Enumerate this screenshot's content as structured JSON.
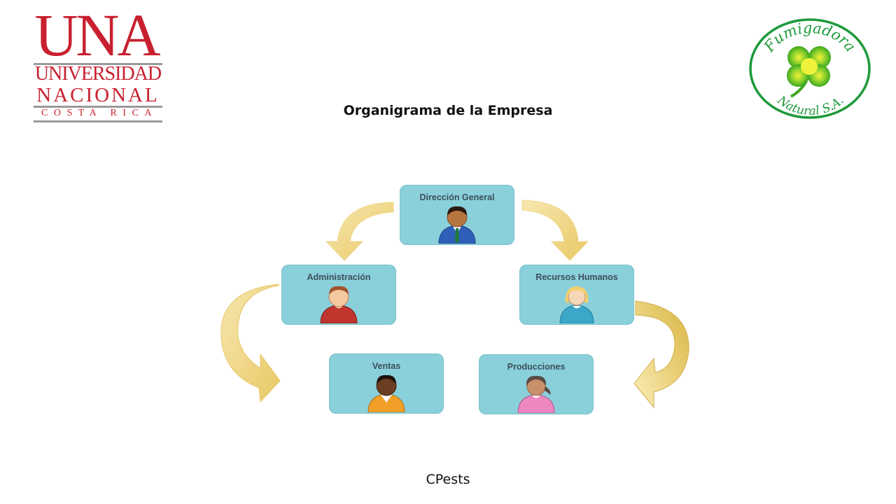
{
  "header": {
    "una_logo": {
      "big": "UNA",
      "line1": "UNIVERSIDAD",
      "line2": "NACIONAL",
      "line3": "COSTA RICA",
      "color": "#c8202f"
    },
    "title": "Organigrama de la Empresa",
    "company_logo": {
      "top_text": "Fumigadora",
      "bottom_text": "Natural S.A.",
      "color": "#1e9a3a"
    }
  },
  "org_chart": {
    "box_color": "#8ad0db",
    "arrow_color": "#f2d98a",
    "nodes": [
      {
        "label": "Dirección General",
        "icon": "businessman-icon"
      },
      {
        "label": "Administración",
        "icon": "person-red-icon"
      },
      {
        "label": "Recursos Humanos",
        "icon": "person-blonde-icon"
      },
      {
        "label": "Ventas",
        "icon": "person-orange-icon"
      },
      {
        "label": "Producciones",
        "icon": "person-pink-icon"
      }
    ]
  },
  "footer": {
    "text": "CPests"
  }
}
